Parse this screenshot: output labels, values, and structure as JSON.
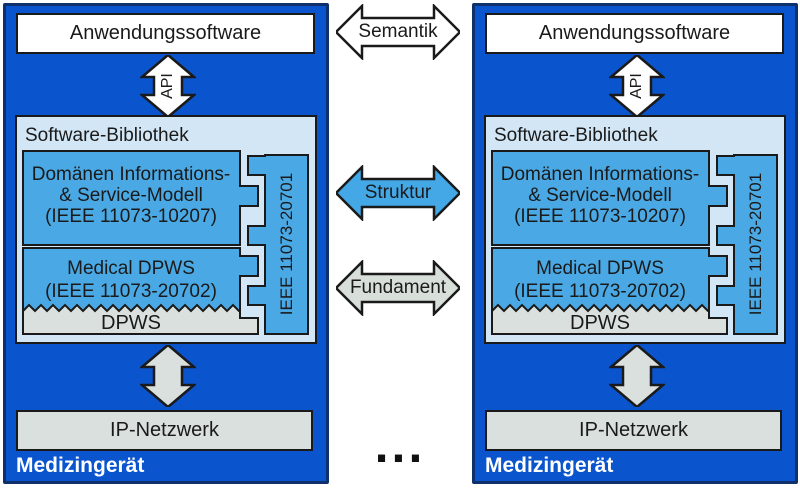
{
  "diagram": {
    "devices": [
      {
        "name": "Medizingerät",
        "application": "Anwendungssoftware",
        "api_label": "API",
        "library": {
          "title": "Software-Bibliothek",
          "domain_model_lines": [
            "Domänen Informations-",
            "& Service-Modell",
            "(IEEE 11073-10207)"
          ],
          "medical_dpws_lines": [
            "Medical DPWS",
            "(IEEE 11073-20702)"
          ],
          "dpws_label": "DPWS",
          "side_bar_label": "IEEE 11073-20701"
        },
        "network": "IP-Netzwerk"
      },
      {
        "name": "Medizingerät",
        "application": "Anwendungssoftware",
        "api_label": "API",
        "library": {
          "title": "Software-Bibliothek",
          "domain_model_lines": [
            "Domänen Informations-",
            "& Service-Modell",
            "(IEEE 11073-10207)"
          ],
          "medical_dpws_lines": [
            "Medical DPWS",
            "(IEEE 11073-20702)"
          ],
          "dpws_label": "DPWS",
          "side_bar_label": "IEEE 11073-20701"
        },
        "network": "IP-Netzwerk"
      }
    ],
    "relations": [
      {
        "label": "Semantik",
        "fill": "#ffffff"
      },
      {
        "label": "Struktur",
        "fill": "#44a8e7"
      },
      {
        "label": "Fundament",
        "fill": "#d8dfdb"
      }
    ],
    "ellipsis_label": "...",
    "colors": {
      "device_fill": "#0a55cd",
      "device_border": "#10306b",
      "library_fill": "#d2e6f5",
      "module_fill": "#4aa9e4",
      "foundation_fill": "#d9e0dd",
      "outline": "#1a1a1a"
    }
  }
}
